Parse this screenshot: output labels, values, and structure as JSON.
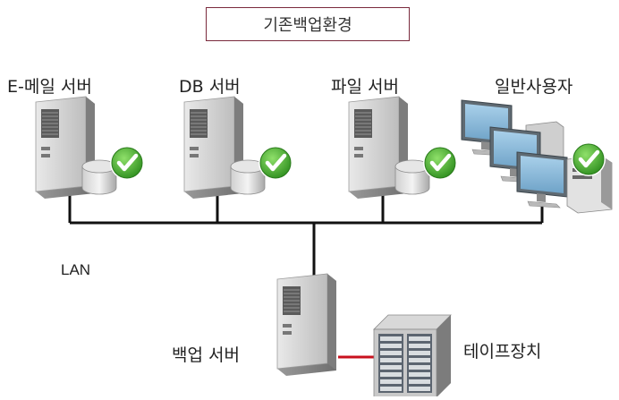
{
  "title": "기존백업환경",
  "nodes": {
    "email_server": "E-메일 서버",
    "db_server": "DB 서버",
    "file_server": "파일 서버",
    "general_users": "일반사용자",
    "backup_server": "백업 서버",
    "tape_device": "테이프장치"
  },
  "network_label": "LAN",
  "colors": {
    "title_border": "#7a2a3c",
    "tape_link": "#c8101e",
    "check": "#3aa02a",
    "network_line": "#111111"
  },
  "icons": [
    "server-icon",
    "database-icon",
    "check-icon",
    "desktop-pc-icon",
    "tape-library-icon"
  ]
}
